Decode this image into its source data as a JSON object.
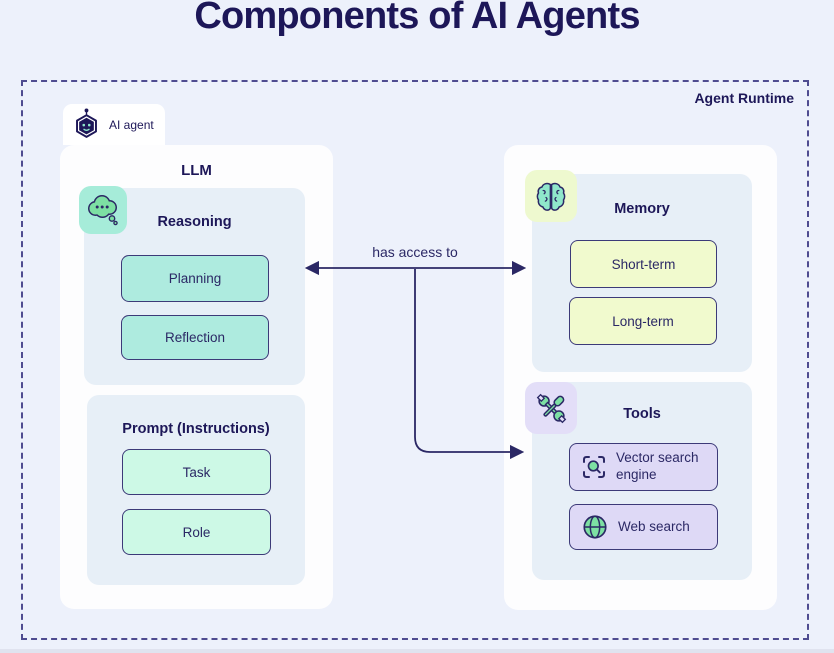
{
  "page_title": "Components of AI Agents",
  "runtime": {
    "label": "Agent Runtime"
  },
  "agent_badge": {
    "label": "AI agent",
    "icon": "robot-icon"
  },
  "connection": {
    "label": "has access to"
  },
  "llm": {
    "title": "LLM",
    "reasoning": {
      "title": "Reasoning",
      "icon": "thought-bubble-icon",
      "items": [
        "Planning",
        "Reflection"
      ]
    },
    "prompt": {
      "title": "Prompt (Instructions)",
      "items": [
        "Task",
        "Role"
      ]
    }
  },
  "memory": {
    "title": "Memory",
    "icon": "brain-icon",
    "items": [
      "Short-term",
      "Long-term"
    ]
  },
  "tools": {
    "title": "Tools",
    "icon": "tools-icon",
    "items": [
      {
        "label": "Vector search engine",
        "icon": "vector-search-icon"
      },
      {
        "label": "Web search",
        "icon": "web-search-icon"
      }
    ]
  },
  "colors": {
    "background": "#edf1fb",
    "title_text": "#1d1758",
    "dashed_border": "#4f4c90",
    "white_box": "#fdfdfe",
    "panel_blue": "#e7eff7",
    "teal_tile": "#a6ecd9",
    "teal_node": "#aeebdf",
    "mint_node": "#cdf9e6",
    "yellow_tile": "#eef9cf",
    "yellow_node": "#f1face",
    "lavender_tile": "#e3def8",
    "lavender_node": "#ded9f6",
    "node_border": "#3c3a78",
    "icon_green": "#7de0a3",
    "icon_teal": "#8fe7cb",
    "arrow": "#2b2865"
  }
}
